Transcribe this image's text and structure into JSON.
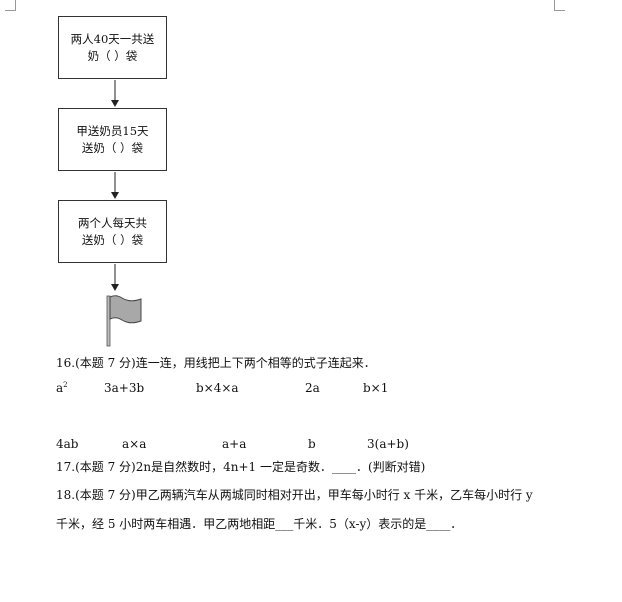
{
  "flowchart": {
    "boxes": [
      {
        "line1": "两人40天一共送",
        "line2": "奶（  ）袋"
      },
      {
        "line1": "甲送奶员15天",
        "line2": "送奶（  ）袋"
      },
      {
        "line1": "两个人每天共",
        "line2": "送奶（  ）袋"
      }
    ]
  },
  "q16": {
    "text": "16.(本题 7 分)连一连，用线把上下两个相等的式子连起来．",
    "top_row": {
      "a_base": "a",
      "a_exp": "2",
      "items": [
        "3a+3b",
        "b×4×a",
        "2a",
        "b×1"
      ]
    },
    "bottom_row": [
      "4ab",
      "a×a",
      "a+a",
      "b",
      "3(a+b)"
    ]
  },
  "q17": {
    "text": "17.(本题 7 分)2n是自然数时，4n+1 一定是奇数．____．(判断对错)"
  },
  "q18": {
    "line1": "18.(本题 7 分)甲乙两辆汽车从两城同时相对开出，甲车每小时行 x 千米，乙车每小时行 y",
    "line2": "千米，经 5 小时两车相遇．甲乙两地相距___千米．5（x-y）表示的是____．"
  }
}
